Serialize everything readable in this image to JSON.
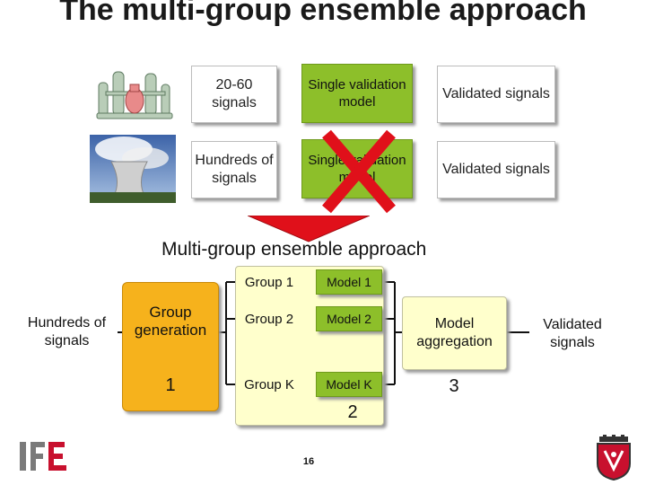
{
  "title": "The multi-group ensemble approach",
  "row1": {
    "input": "20-60 signals",
    "model": "Single validation model",
    "output": "Validated signals"
  },
  "row2": {
    "input": "Hundreds of signals",
    "model": "Single validation model",
    "output": "Validated signals"
  },
  "subtitle": "Multi-group ensemble approach",
  "ensemble": {
    "input": "Hundreds of signals",
    "generation": "Group generation",
    "groups": [
      "Group 1",
      "Group 2",
      "Group K"
    ],
    "models": [
      "Model 1",
      "Model 2",
      "Model K"
    ],
    "aggregation": "Model aggregation",
    "output": "Validated signals",
    "step_labels": [
      "1",
      "2",
      "3"
    ]
  },
  "page_number": "16",
  "colors": {
    "green": "#8dbf2a",
    "orange": "#f6b21c",
    "pale_yellow": "#ffffcc",
    "red": "#e0101a"
  }
}
